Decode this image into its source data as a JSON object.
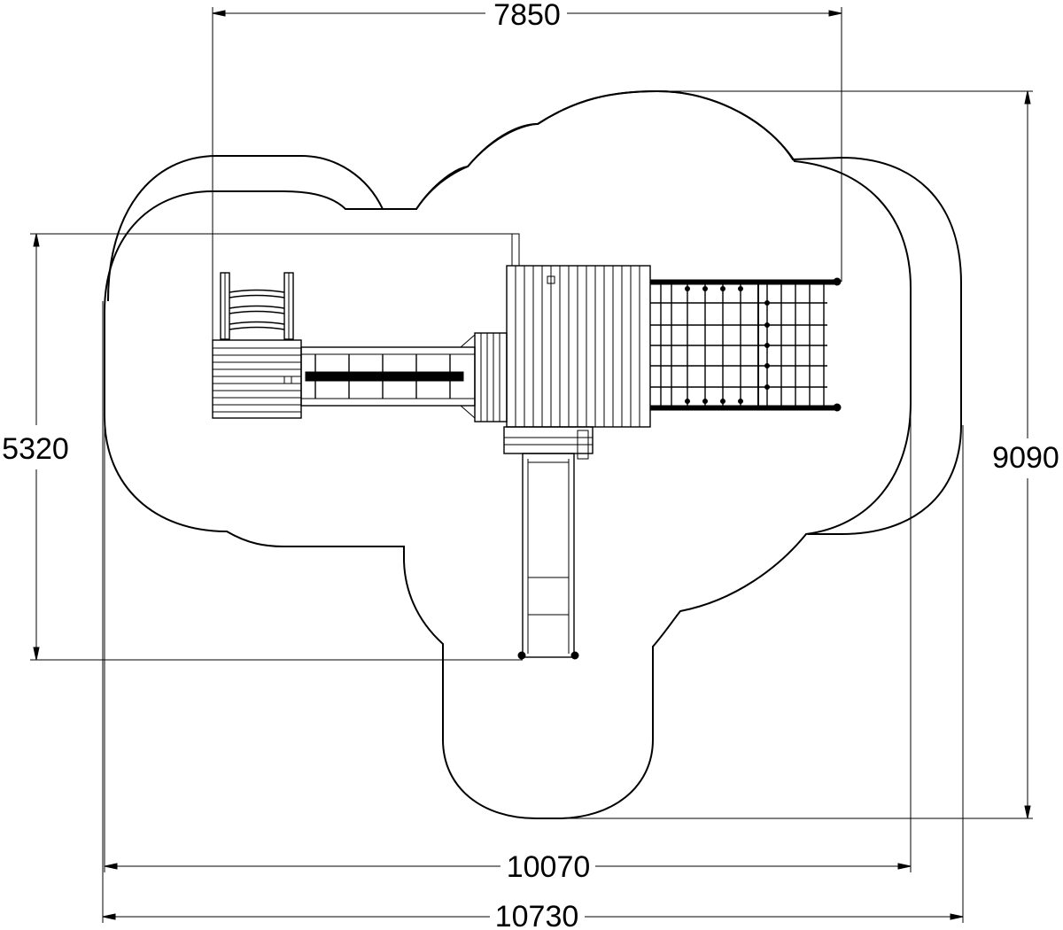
{
  "diagram": {
    "dimensions": {
      "top_width": "7850",
      "left_height": "5320",
      "right_height": "9090",
      "inner_width": "10070",
      "outer_width": "10730"
    }
  }
}
